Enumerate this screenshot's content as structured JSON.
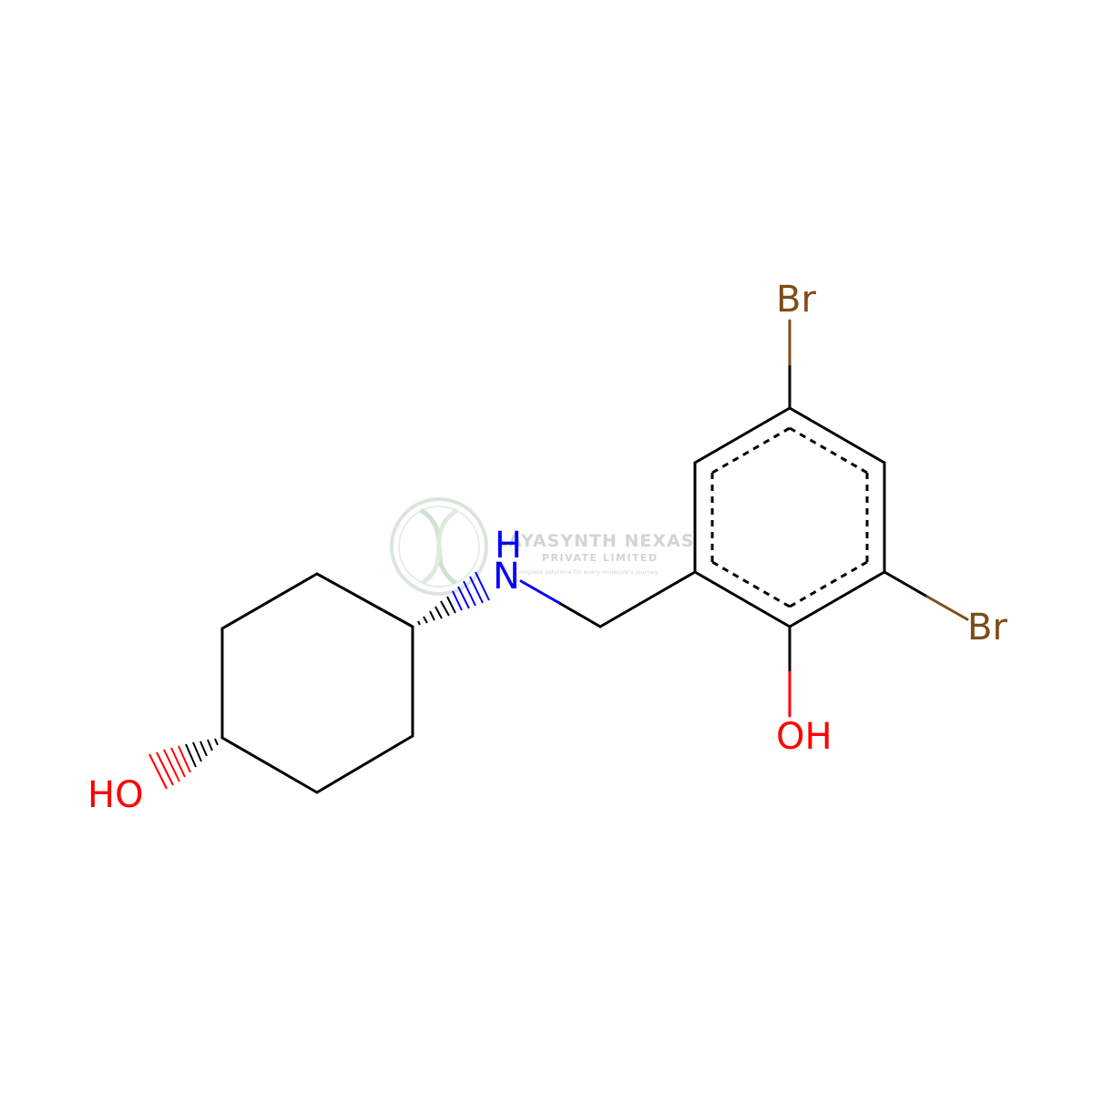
{
  "atoms": {
    "br_top": "Br",
    "br_right": "Br",
    "oh_phenol": "OH",
    "nh_h": "H",
    "nh_n": "N",
    "ho_cyclohexyl": "HO"
  },
  "watermark": {
    "title": "LAYASYNTH NEXAS",
    "subtitle": "PRIVATE LIMITED",
    "tagline": "Complete solutions for every molecule's journey"
  },
  "colors": {
    "bond": "#000000",
    "nitrogen": "#0000ff",
    "oxygen": "#ff0000",
    "bromine": "#7f4c19",
    "watermark": "#c8d8c8"
  }
}
